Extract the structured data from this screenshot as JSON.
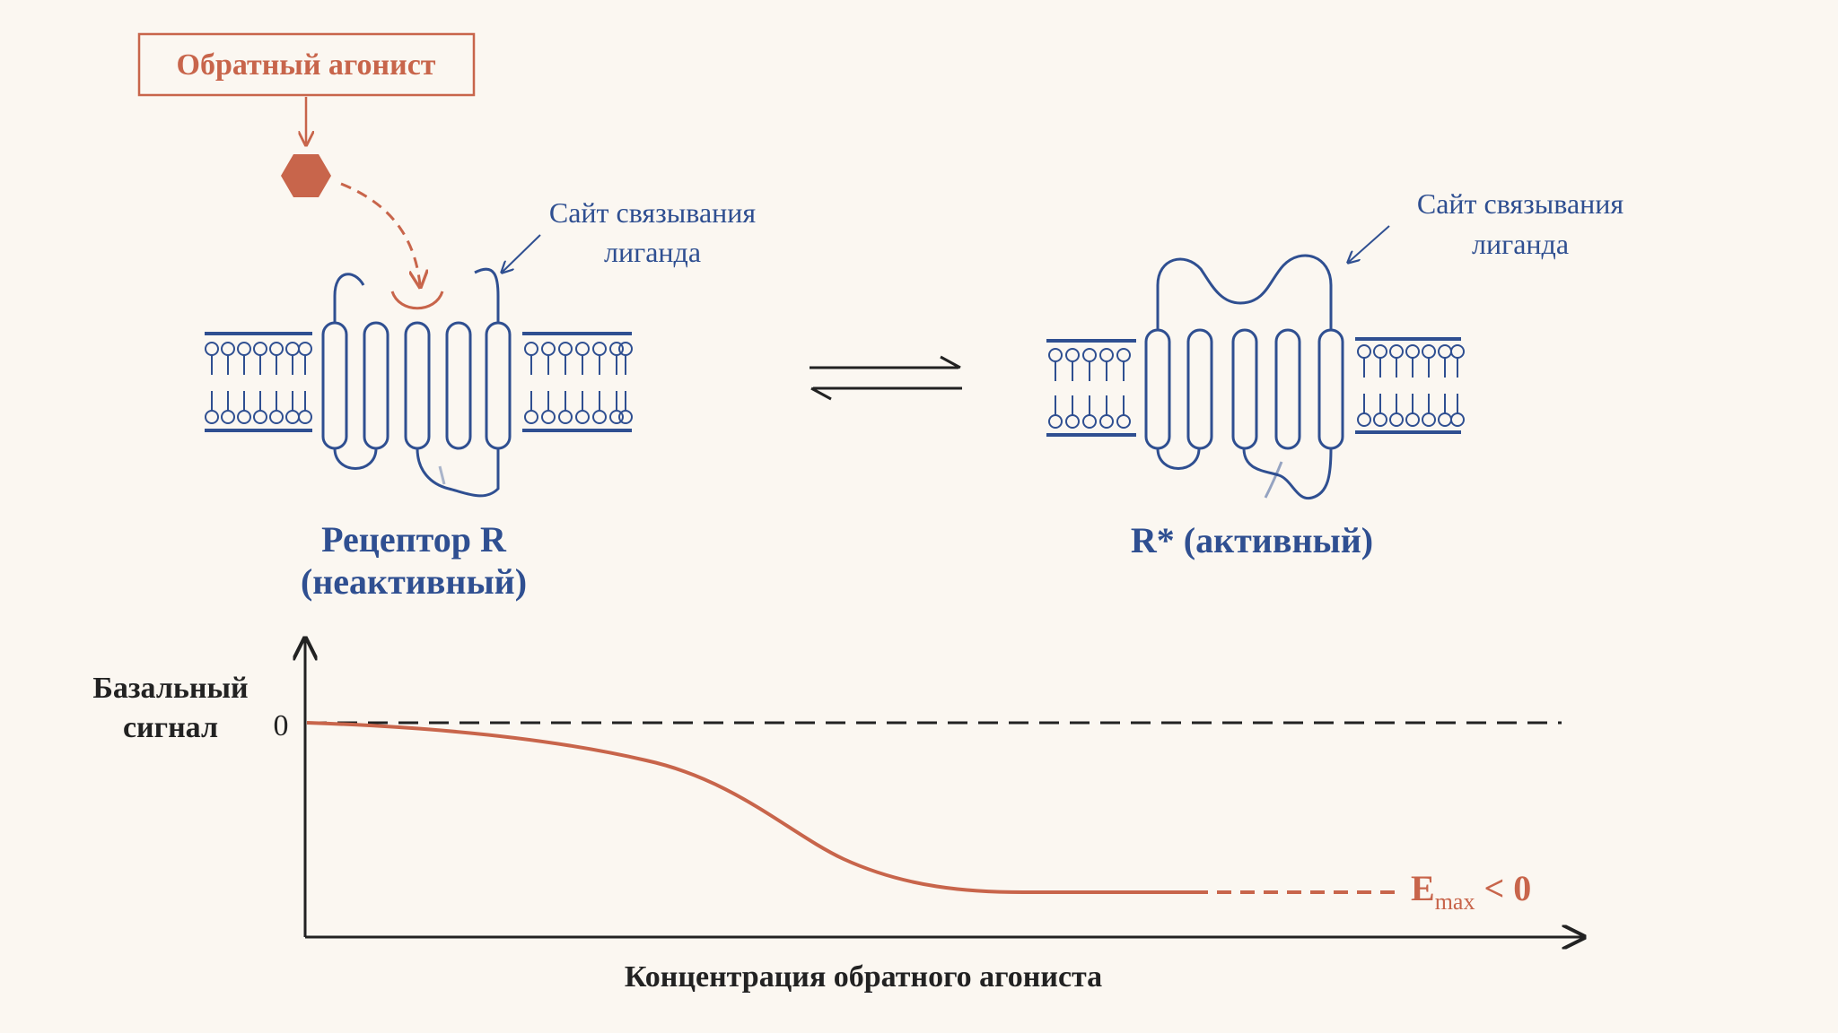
{
  "agonist_label": "Обратный агонист",
  "inactive_receptor": {
    "site_label_line1": "Сайт связывания",
    "site_label_line2": "лиганда",
    "name_line1": "Рецептор R",
    "name_line2": "(неактивный)"
  },
  "active_receptor": {
    "site_label_line1": "Сайт связывания",
    "site_label_line2": "лиганда",
    "name": "R* (активный)"
  },
  "graph": {
    "ylabel_line1": "Базальный",
    "ylabel_line2": "сигнал",
    "y_zero_label": "0",
    "xlabel": "Концентрация обратного агониста",
    "emax_label_base": "E",
    "emax_label_sub": "max",
    "emax_label_rest": " < 0"
  },
  "colors": {
    "blue": "#2f4f91",
    "orange": "#c8654b",
    "dark": "#222222",
    "background": "#fbf7f1"
  }
}
